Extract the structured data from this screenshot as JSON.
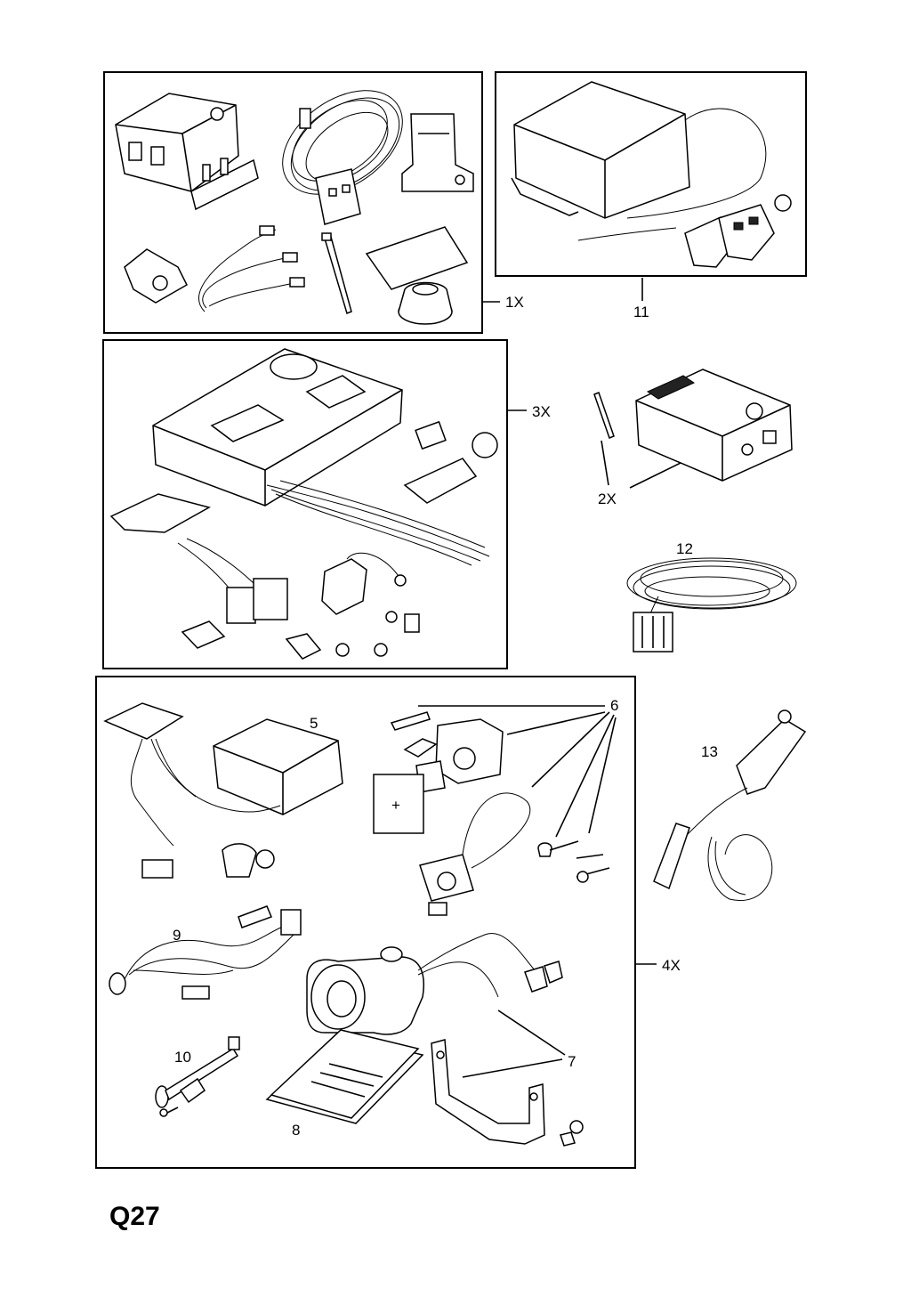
{
  "page_code": "Q27",
  "callouts": {
    "kit_1x": "1X",
    "kit_2x": "2X",
    "kit_3x": "3X",
    "kit_4x": "4X",
    "part_5": "5",
    "part_6": "6",
    "part_7": "7",
    "part_8": "8",
    "part_9": "9",
    "part_10": "10",
    "part_11": "11",
    "part_12": "12",
    "part_13": "13"
  }
}
